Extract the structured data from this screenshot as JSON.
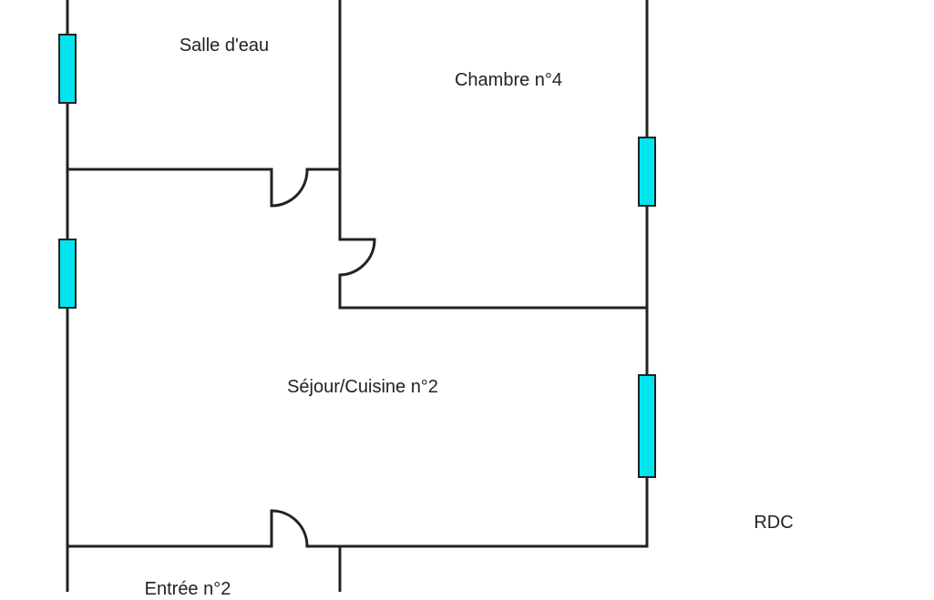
{
  "rooms": {
    "salle_deau": "Salle d'eau",
    "chambre_4": "Chambre n°4",
    "sejour_cuisine_2": "Séjour/Cuisine n°2",
    "entree_2": "Entrée n°2"
  },
  "level_label": "RDC",
  "colors": {
    "wall": "#222222",
    "window": "#00e5ee",
    "background": "#ffffff"
  }
}
